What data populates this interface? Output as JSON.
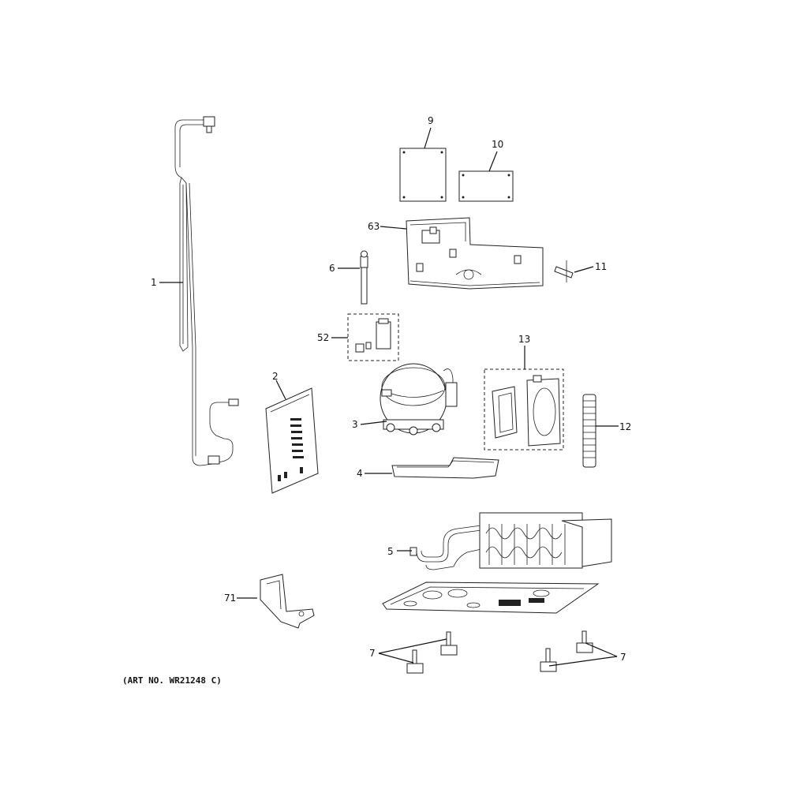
{
  "art_number": "(ART NO. WR21248 C)",
  "callouts": {
    "c1": "1",
    "c2": "2",
    "c3": "3",
    "c4": "4",
    "c5": "5",
    "c6": "6",
    "c7a": "7",
    "c7b": "7",
    "c9": "9",
    "c10": "10",
    "c11": "11",
    "c12": "12",
    "c13": "13",
    "c52": "52",
    "c63": "63",
    "c71": "71"
  },
  "colors": {
    "ink": "#111111",
    "background": "#ffffff"
  }
}
